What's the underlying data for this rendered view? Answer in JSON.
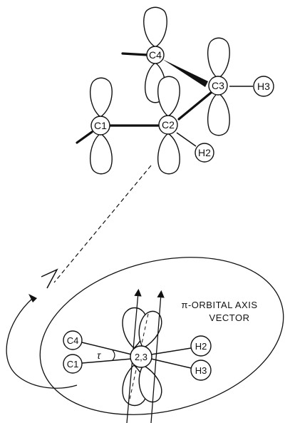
{
  "atoms": {
    "c1": "C1",
    "c2": "C2",
    "c3": "C3",
    "c4": "C4",
    "h2": "H2",
    "h3": "H3"
  },
  "newman": {
    "c4": "C4",
    "c1": "C1",
    "center": "2,3",
    "h2": "H2",
    "h3": "H3",
    "tau": "τ"
  },
  "caption": {
    "line1": "π-ORBITAL AXIS",
    "line2": "VECTOR"
  }
}
